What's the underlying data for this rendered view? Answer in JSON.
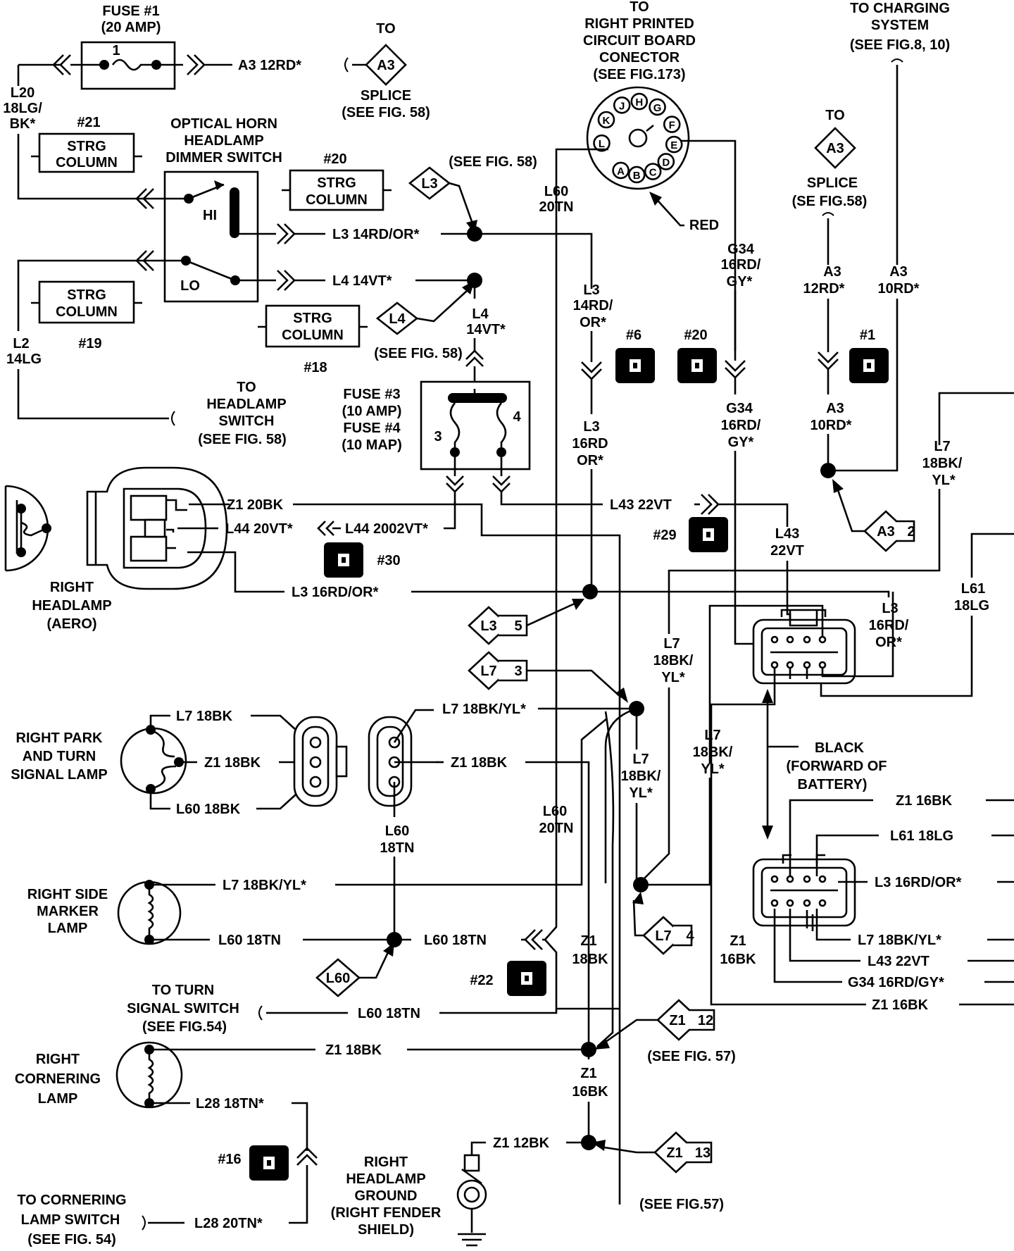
{
  "fuse1": {
    "title": "FUSE #1",
    "rating": "(20 AMP)",
    "number": "1"
  },
  "a3_top": {
    "wire": "A3 12RD*",
    "to": "TO",
    "id": "A3",
    "splice": "SPLICE",
    "see": "(SEE FIG. 58)"
  },
  "l20": {
    "line1": "L20",
    "line2": "18LG/",
    "line3": "BK*"
  },
  "strg": {
    "label1": "STRG",
    "label2": "COLUMN",
    "n21": "#21",
    "n20": "#20",
    "n19": "#19",
    "n18": "#18"
  },
  "dimmer": {
    "title1": "OPTICAL HORN",
    "title2": "HEADLAMP",
    "title3": "DIMMER SWITCH",
    "hi": "HI",
    "lo": "LO"
  },
  "pcb": {
    "to": "TO",
    "l1": "RIGHT PRINTED",
    "l2": "CIRCUIT BOARD",
    "l3": "CONECTOR",
    "l4": "(SEE FIG.173)",
    "red": "RED",
    "pins": [
      "A",
      "B",
      "C",
      "D",
      "E",
      "F",
      "G",
      "H",
      "J",
      "K",
      "L"
    ]
  },
  "charging": {
    "l1": "TO CHARGING",
    "l2": "SYSTEM",
    "l3": "(SEE FIG.8, 10)"
  },
  "splice_right": {
    "to": "TO",
    "id": "A3",
    "splice": "SPLICE",
    "see": "(SE FIG.58)"
  },
  "wires": {
    "l3_14rdor": "L3 14RD/OR*",
    "l4_14vt": "L4 14VT*",
    "see58": "(SEE FIG. 58)",
    "l60": "L60",
    "tn20": "20TN",
    "l3": "L3",
    "rd14": "14RD/",
    "or": "OR*",
    "rd16": "16RD",
    "or2": "OR*",
    "l4": "L4",
    "vt14": "14VT*",
    "g34": "G34",
    "rd16b": "16RD/",
    "gy": "GY*",
    "a3": "A3",
    "rd12": "12RD*",
    "rd10": "10RD*",
    "l2": "L2",
    "lg14": "14LG",
    "l7": "L7",
    "bk18": "18BK/",
    "yl": "YL*",
    "l43": "L43",
    "vt22": "22VT",
    "l61": "L61",
    "lg18": "18LG",
    "rd16or": "16RD/",
    "z1_20bk": "Z1 20BK",
    "l44_20vt": "L44 20VT*",
    "l44_2002": "L44 2002VT*",
    "l43_22vt": "L43 22VT",
    "l3_16rdor": "L3 16RD/OR*",
    "l7_18bk": "L7 18BK",
    "z1_18bk": "Z1 18BK",
    "l60_18bk": "L60 18BK",
    "l7_18bkyl": "L7 18BK/YL*",
    "l60_18tn": "L60 18TN",
    "tn18": "18TN",
    "z1": "Z1",
    "bk18b": "18BK",
    "bk16": "16BK",
    "l28_18tn": "L28 18TN*",
    "l28_20tn": "L28 20TN*",
    "z1_12bk": "Z1 12BK",
    "z1_16bk": "Z1 16BK",
    "l61_18lg": "L61 18LG",
    "l43_22vt2": "L43 22VT",
    "g34_16rdgy": "G34 16RD/GY*"
  },
  "headswitch": {
    "l1": "TO",
    "l2": "HEADLAMP",
    "l3": "SWITCH",
    "l4": "(SEE FIG. 58)"
  },
  "fuse34": {
    "l1": "FUSE #3",
    "l2": "(10 AMP)",
    "l3": "FUSE #4",
    "l4": "(10 MAP)",
    "n3": "3",
    "n4": "4"
  },
  "headlamp": {
    "l1": "RIGHT",
    "l2": "HEADLAMP",
    "l3": "(AERO)"
  },
  "park": {
    "l1": "RIGHT PARK",
    "l2": "AND TURN",
    "l3": "SIGNAL LAMP"
  },
  "marker": {
    "l1": "RIGHT SIDE",
    "l2": "MARKER",
    "l3": "LAMP"
  },
  "turnsw": {
    "l1": "TO TURN",
    "l2": "SIGNAL SWITCH",
    "l3": "(SEE FIG.54)"
  },
  "corner": {
    "l1": "RIGHT",
    "l2": "CORNERING",
    "l3": "LAMP"
  },
  "cornersw": {
    "l1": "TO CORNERING",
    "l2": "LAMP SWITCH",
    "l3": "(SEE FIG. 54)"
  },
  "ground": {
    "l1": "RIGHT",
    "l2": "HEADLAMP",
    "l3": "GROUND",
    "l4": "(RIGHT FENDER",
    "l5": "SHIELD)"
  },
  "black": {
    "l1": "BLACK",
    "l2": "(FORWARD OF",
    "l3": "BATTERY)"
  },
  "conn": {
    "n6": "#6",
    "n20": "#20",
    "n1": "#1",
    "n29": "#29",
    "n30": "#30",
    "n22": "#22",
    "n16": "#16"
  },
  "flags": {
    "l3": "L3",
    "l4": "L4",
    "l3_5": "L3",
    "n5": "5",
    "l7_3": "L7",
    "n3": "3",
    "l7_4": "L7",
    "n4": "4",
    "a3_2": "A3",
    "n2": "2",
    "z1_12": "Z1",
    "n12": "12",
    "z1_13": "Z1",
    "n13": "13",
    "l60": "L60",
    "see57": "(SEE FIG. 57)",
    "see57b": "(SEE FIG.57)"
  }
}
